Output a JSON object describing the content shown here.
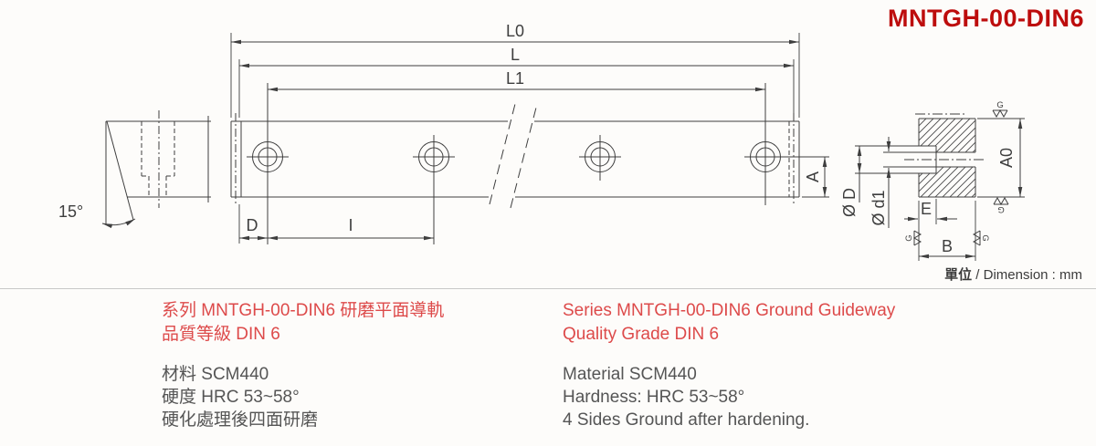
{
  "title": "MNTGH-00-DIN6",
  "unit": {
    "label_cjk": "單位",
    "label_rest": " / Dimension : mm"
  },
  "drawing": {
    "labels": {
      "l0": "L0",
      "l": "L",
      "l1": "L1",
      "d": "D",
      "i": "I",
      "a": "A",
      "angle": "15°",
      "dia_D": "Ø D",
      "dia_d1": "Ø d1",
      "e": "E",
      "b": "B",
      "a0": "A0",
      "grind": "G"
    }
  },
  "notes": {
    "zh": {
      "series": "系列 MNTGH-00-DIN6 研磨平面導軌",
      "grade": "品質等級 DIN 6",
      "material": "材料 SCM440",
      "hardness": "硬度 HRC 53~58°",
      "ground": "硬化處理後四面研磨"
    },
    "en": {
      "series": "Series MNTGH-00-DIN6 Ground Guideway",
      "grade": "Quality Grade DIN 6",
      "material": "Material SCM440",
      "hardness": "Hardness: HRC 53~58°",
      "ground": "4 Sides Ground after hardening."
    }
  },
  "colors": {
    "title_red": "#bd0d0d",
    "note_red": "#dd4a4a",
    "text_gray": "#555555",
    "line": "#3e3e3e"
  }
}
